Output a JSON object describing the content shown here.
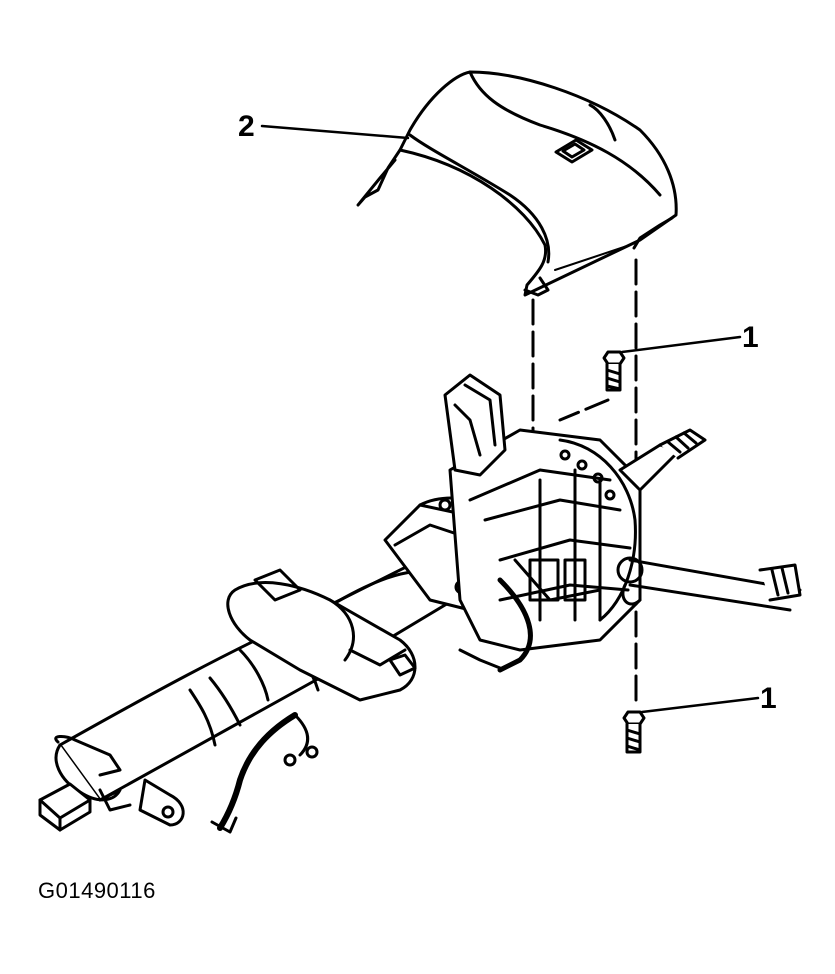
{
  "callouts": {
    "cover_number": "2",
    "upper_screw_number": "1",
    "lower_screw_number": "1"
  },
  "figure_id": "G01490116"
}
